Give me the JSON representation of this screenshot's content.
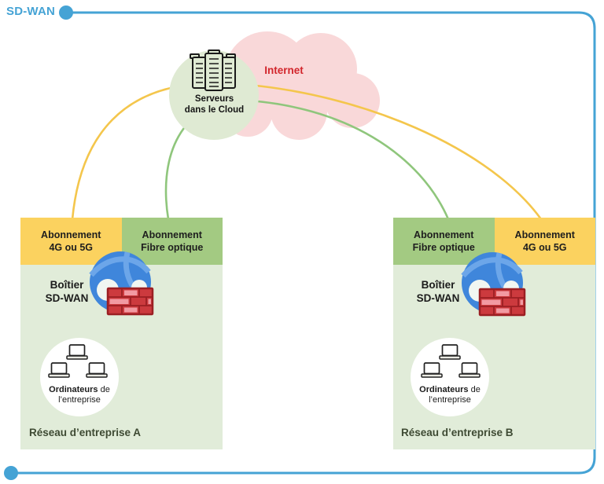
{
  "title": "SD-WAN",
  "colors": {
    "accent_blue": "#45A3D5",
    "cloud_pink": "#F9D8D9",
    "internet_red": "#D2262C",
    "circle_green": "#DFEAD3",
    "box_body_green": "#E1ECD9",
    "tab_green": "#A3CA82",
    "tab_yellow": "#FBD25F",
    "line_green": "#8FC67C",
    "line_yellow": "#F4C64C",
    "globe_blue": "#3F86DB",
    "firewall_red": "#CC3A3E"
  },
  "internet": {
    "label": "Internet"
  },
  "cloud_servers": {
    "line1": "Serveurs",
    "line2": "dans le Cloud"
  },
  "networks": [
    {
      "id": "A",
      "label": "Réseau d’entreprise A",
      "tabs": [
        {
          "style": "yellow",
          "line1": "Abonnement",
          "line2": "4G ou 5G"
        },
        {
          "style": "green",
          "line1": "Abonnement",
          "line2": "Fibre optique"
        }
      ],
      "device": {
        "line1": "Boîtier",
        "line2": "SD-WAN"
      },
      "computers": {
        "bold": "Ordinateurs",
        "rest": " de",
        "line2": "l’entreprise"
      }
    },
    {
      "id": "B",
      "label": "Réseau d’entreprise B",
      "tabs": [
        {
          "style": "green",
          "line1": "Abonnement",
          "line2": "Fibre optique"
        },
        {
          "style": "yellow",
          "line1": "Abonnement",
          "line2": "4G ou 5G"
        }
      ],
      "device": {
        "line1": "Boîtier",
        "line2": "SD-WAN"
      },
      "computers": {
        "bold": "Ordinateurs",
        "rest": " de",
        "line2": "l’entreprise"
      }
    }
  ]
}
